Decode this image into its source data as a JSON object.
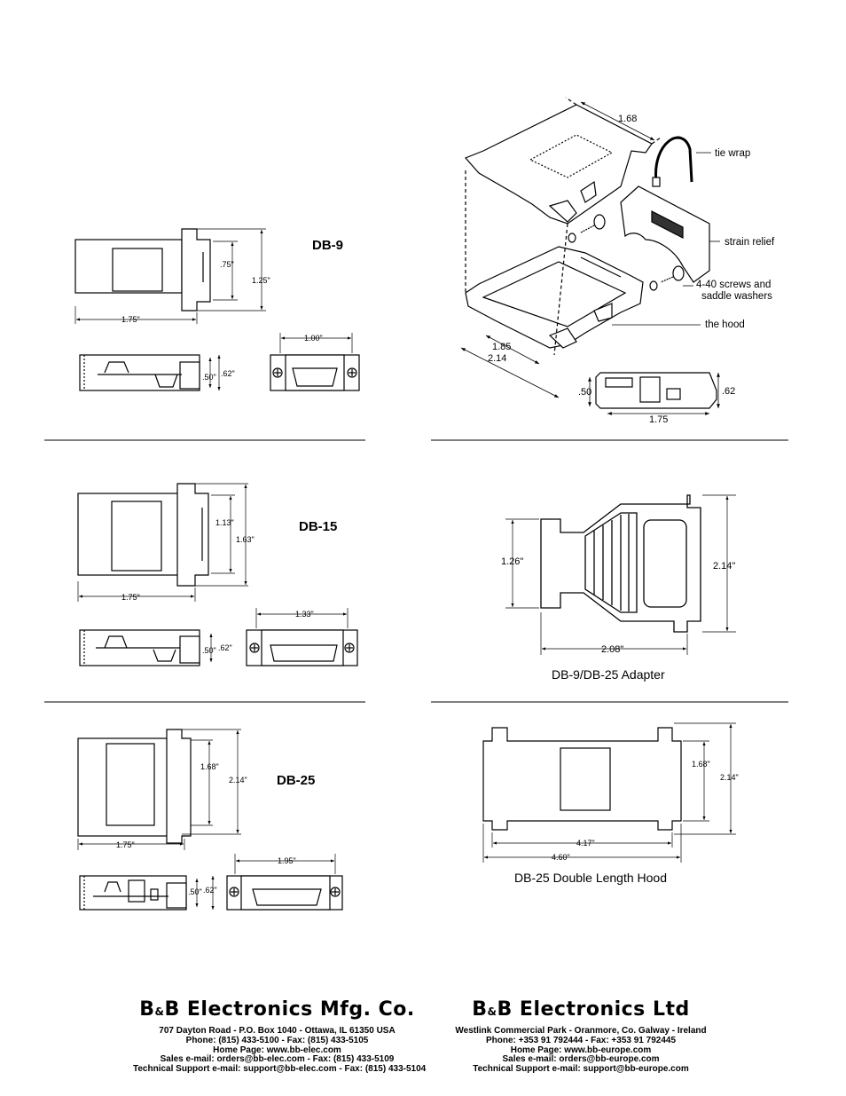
{
  "colors": {
    "ink": "#000000",
    "paper": "#ffffff",
    "shade": "#333333"
  },
  "exploded_view": {
    "dim_width": "1.68",
    "dim_len_inner": "1.85",
    "dim_len_outer": "2.14",
    "callouts": {
      "tie_wrap": "tie wrap",
      "strain_relief": "strain relief",
      "screws_line1": "4-40 screws and",
      "screws_line2": "saddle washers",
      "hood": "the hood"
    },
    "side": {
      "h_small": ".50",
      "h_large": ".62",
      "length": "1.75"
    }
  },
  "db9": {
    "title": "DB-9",
    "top": {
      "h_inner": ".75\"",
      "h_outer": "1.25\"",
      "length": "1.75\""
    },
    "side": {
      "h_small": ".50\"",
      "h_large": ".62\""
    },
    "end": {
      "width": "1.00\""
    }
  },
  "db15": {
    "title": "DB-15",
    "top": {
      "h_inner": "1.13\"",
      "h_outer": "1.63\"",
      "length": "1.75\""
    },
    "side": {
      "h_small": ".50\"",
      "h_large": ".62\""
    },
    "end": {
      "width": "1.33\""
    }
  },
  "db25": {
    "title": "DB-25",
    "top": {
      "h_inner": "1.68\"",
      "h_outer": "2.14\"",
      "length": "1.75\""
    },
    "side": {
      "h_small": ".50\"",
      "h_large": ".62\""
    },
    "end": {
      "width": "1.95\""
    }
  },
  "adapter": {
    "caption": "DB-9/DB-25 Adapter",
    "h_small": "1.26\"",
    "h_large": "2.14\"",
    "length": "2.08\""
  },
  "double_hood": {
    "caption": "DB-25 Double Length Hood",
    "h_inner": "1.68\"",
    "h_outer": "2.14\"",
    "len_inner": "4.17\"",
    "len_outer": "4.60\""
  },
  "footer_us": {
    "brand_a": "B",
    "brand_amp": "&",
    "brand_b": "B Electronics Mfg. Co.",
    "address": "707 Dayton Road  -  P.O. Box 1040  -  Ottawa, IL  61350 USA",
    "phone": "Phone: (815) 433-5100  -  Fax: (815) 433-5105",
    "home": "Home Page:  www.bb-elec.com",
    "sales": "Sales e-mail: orders@bb-elec.com  -  Fax: (815) 433-5109",
    "support": "Technical Support e-mail: support@bb-elec.com  -  Fax: (815) 433-5104"
  },
  "footer_eu": {
    "brand_a": "B",
    "brand_amp": "&",
    "brand_b": "B Electronics Ltd",
    "address": "Westlink Commercial Park - Oranmore, Co. Galway - Ireland",
    "phone": "Phone: +353 91 792444  -  Fax: +353 91 792445",
    "home": "Home Page:  www.bb-europe.com",
    "sales": "Sales e-mail:  orders@bb-europe.com",
    "support": "Technical Support e-mail:  support@bb-europe.com"
  }
}
